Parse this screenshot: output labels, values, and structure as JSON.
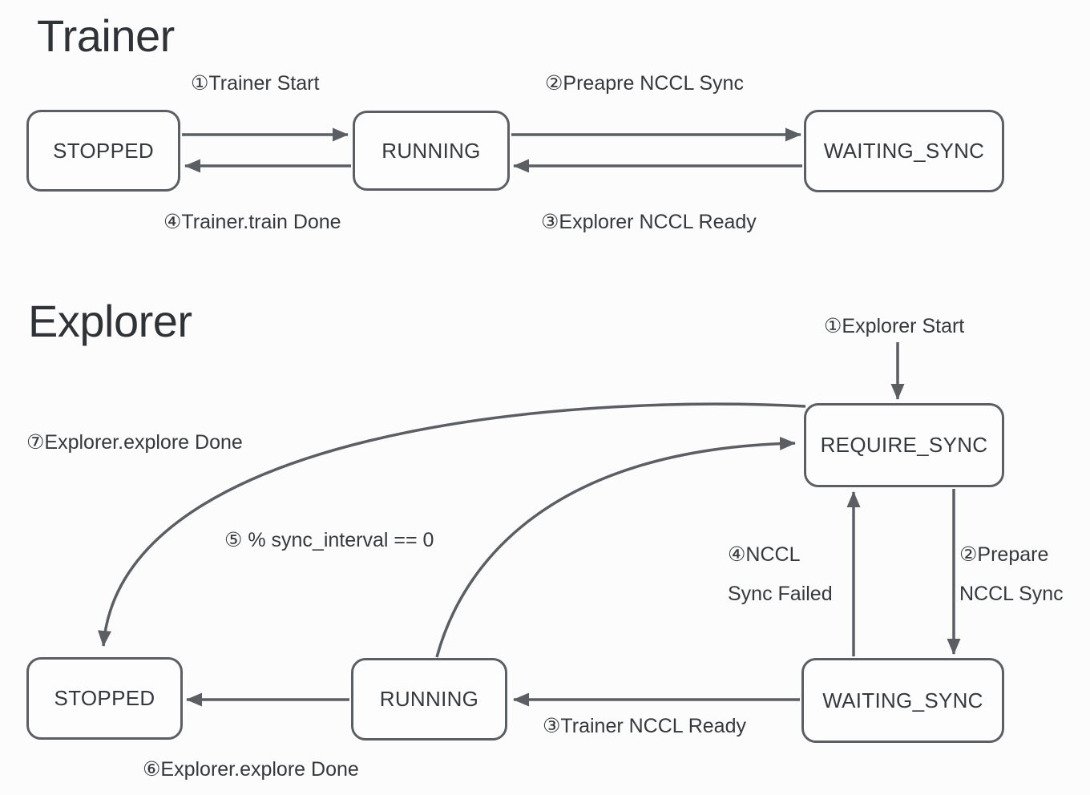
{
  "colors": {
    "background": "#fcfcfc",
    "stroke": "#5b5f64",
    "text": "#35383c",
    "title": "#2f3236"
  },
  "trainer": {
    "title": "Trainer",
    "states": {
      "stopped": "STOPPED",
      "running": "RUNNING",
      "waiting_sync": "WAITING_SYNC"
    },
    "transitions": {
      "start": "①Trainer Start",
      "prepare_nccl_sync": "②Preapre NCCL Sync",
      "explorer_nccl_ready": "③Explorer NCCL Ready",
      "train_done": "④Trainer.train Done"
    }
  },
  "explorer": {
    "title": "Explorer",
    "states": {
      "stopped": "STOPPED",
      "running": "RUNNING",
      "waiting_sync": "WAITING_SYNC",
      "require_sync": "REQUIRE_SYNC"
    },
    "transitions": {
      "start": "①Explorer Start",
      "prepare_line1": "②Prepare",
      "prepare_line2": "NCCL Sync",
      "trainer_nccl_ready": "③Trainer NCCL Ready",
      "nccl_sync_failed_line1": "④NCCL",
      "nccl_sync_failed_line2": "Sync Failed",
      "sync_interval": "⑤ % sync_interval == 0",
      "explore_done_to_stopped": "⑥Explorer.explore Done",
      "explore_done_from_require": "⑦Explorer.explore Done"
    }
  }
}
